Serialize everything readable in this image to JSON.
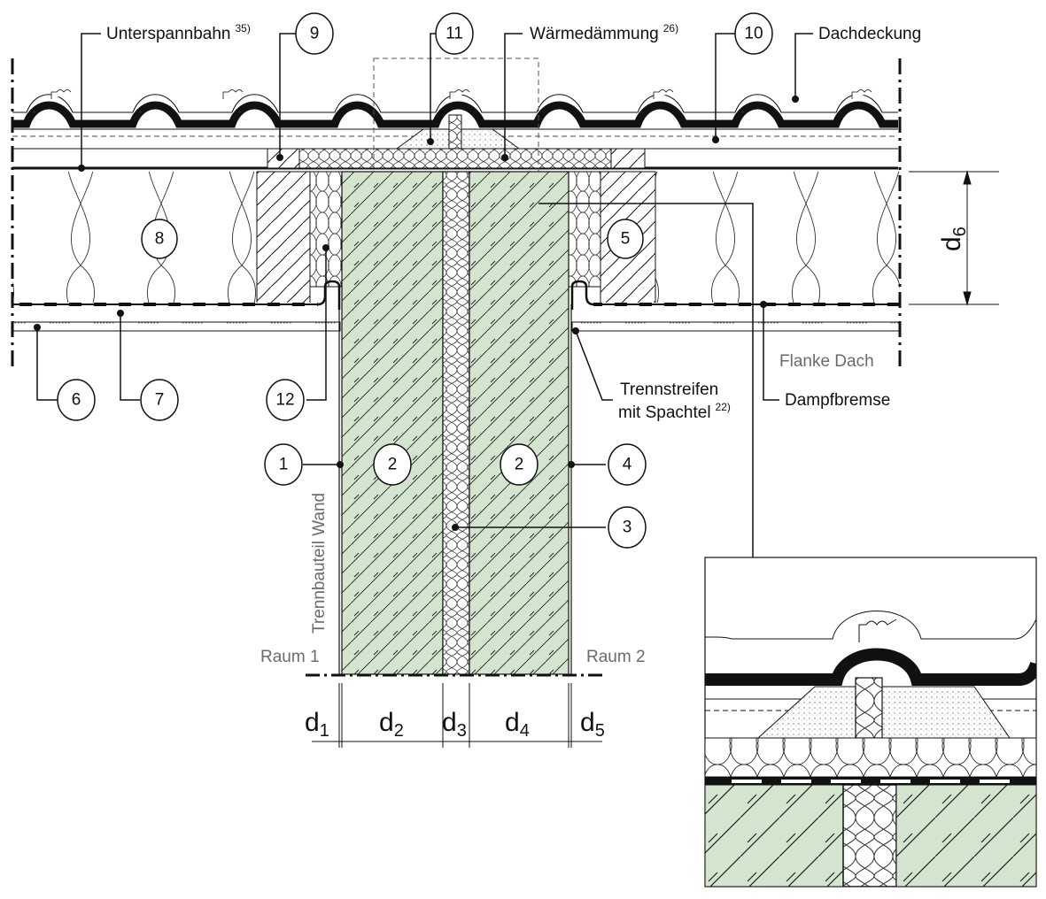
{
  "labels": {
    "unterspannbahn": "Unterspannbahn",
    "unterspannbahn_note": "35)",
    "waermedaemmung": "Wärmedämmung",
    "waermedaemmung_note": "26)",
    "dachdeckung": "Dachdeckung",
    "flanke_dach": "Flanke Dach",
    "trennstreifen_line1": "Trennstreifen",
    "trennstreifen_line2": "mit Spachtel",
    "trennstreifen_note": "22)",
    "dampfbremse": "Dampfbremse",
    "trennbauteil_wand": "Trennbauteil Wand",
    "raum1": "Raum 1",
    "raum2": "Raum 2"
  },
  "callouts": [
    "1",
    "2",
    "2",
    "3",
    "4",
    "5",
    "6",
    "7",
    "8",
    "9",
    "10",
    "11",
    "12"
  ],
  "dimensions": {
    "d": "d",
    "d1": "1",
    "d2": "2",
    "d3": "3",
    "d4": "4",
    "d5": "5",
    "d6": "6"
  },
  "colors": {
    "masonry_green": "#d3e4cf",
    "line": "#111111",
    "grey_text": "#6b6b6b"
  }
}
